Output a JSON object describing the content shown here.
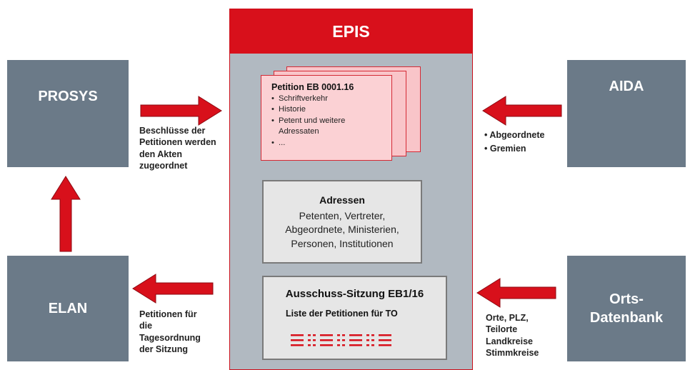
{
  "epis": {
    "title": "EPIS",
    "petition_card": {
      "title": "Petition EB 0001.16",
      "items": [
        "Schriftverkehr",
        "Historie",
        "Petent und weitere Adressaten",
        "..."
      ]
    },
    "addresses": {
      "title": "Adressen",
      "lines": [
        "Petenten, Vertreter,",
        "Abgeordnete, Ministerien,",
        "Personen, Institutionen"
      ]
    },
    "committee": {
      "title": "Ausschuss-Sitzung EB1/16",
      "subtitle": "Liste der Petitionen für TO"
    }
  },
  "systems": {
    "prosys": "PROSYS",
    "elan": "ELAN",
    "aida": "AIDA",
    "orts": [
      "Orts-",
      "Datenbank"
    ]
  },
  "captions": {
    "prosys": [
      "Beschlüsse der",
      "Petitionen werden",
      "den Akten",
      "zugeordnet"
    ],
    "elan": [
      "Petitionen für",
      "die",
      "Tagesordnung",
      "der Sitzung"
    ],
    "aida": [
      "• Abgeordnete",
      "• Gremien"
    ],
    "orts": [
      "Orte, PLZ,",
      "Teilorte",
      "Landkreise",
      "Stimmkreise"
    ]
  },
  "colors": {
    "arrow": "#d8101b",
    "system_box": "#6b7a88",
    "epis_header": "#d8101b",
    "epis_body": "#b1b9c1",
    "card": "#fbd1d4"
  }
}
